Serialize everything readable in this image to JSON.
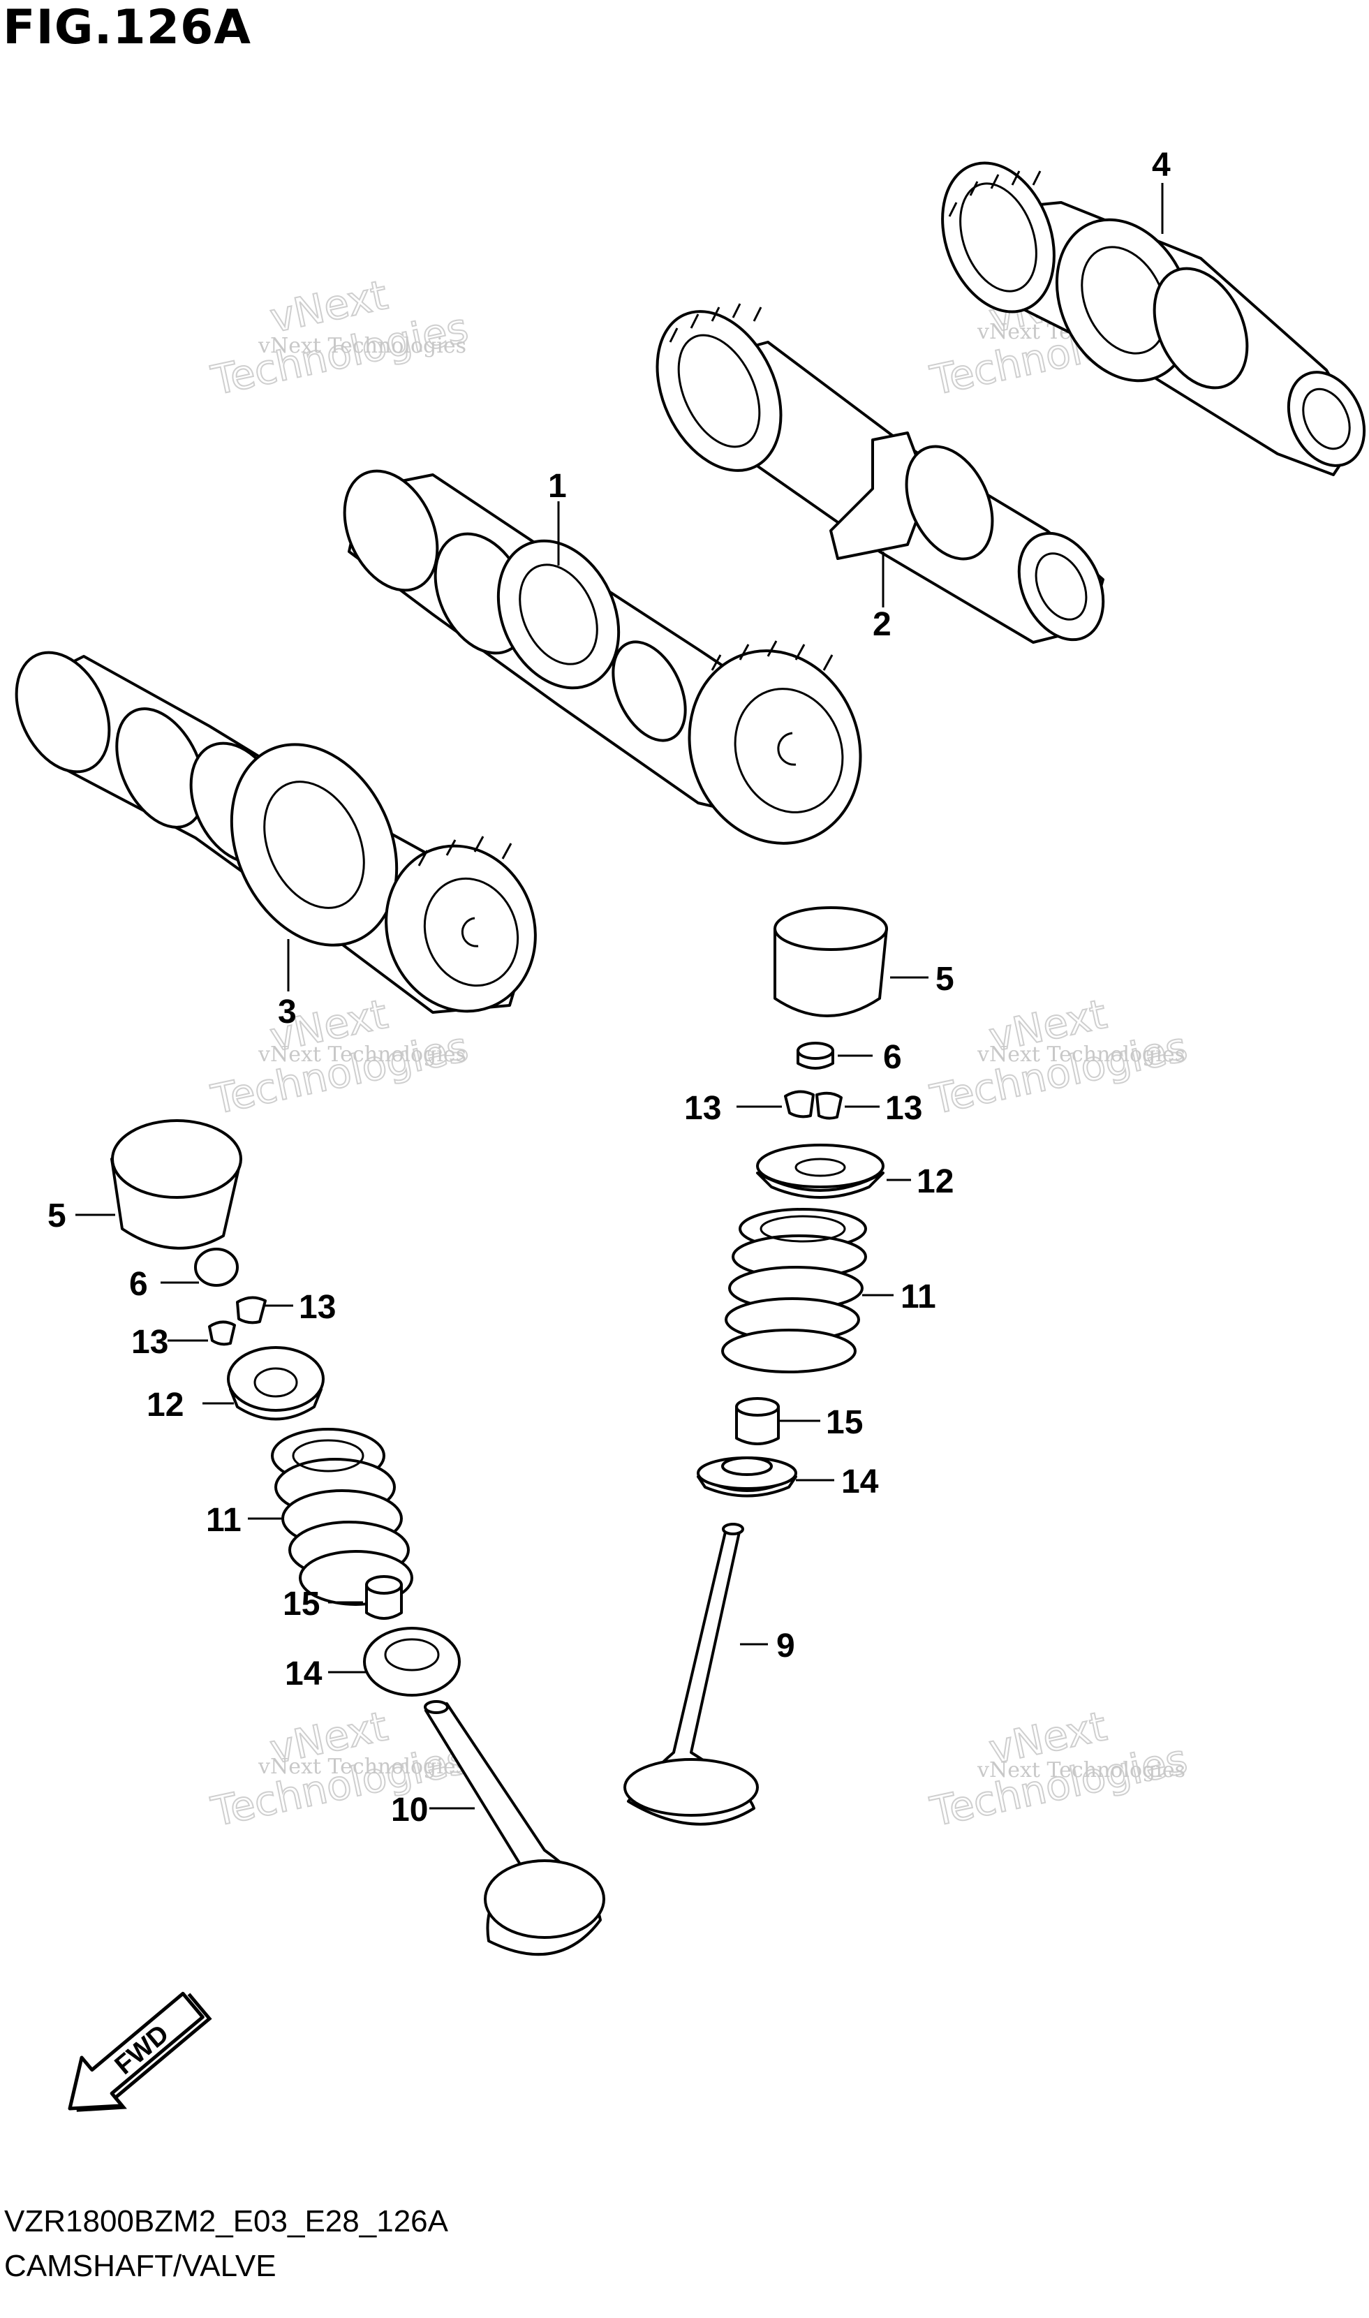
{
  "figure": {
    "title": "FIG.126A",
    "code": "VZR1800BZM2_E03_E28_126A",
    "caption": "CAMSHAFT/VALVE"
  },
  "watermark": {
    "line_small": "vNext Technologies",
    "line_big_1": "vNext",
    "line_big_2": "Technologies"
  },
  "fwd_label": "FWD",
  "callouts": {
    "c1": "1",
    "c2": "2",
    "c3": "3",
    "c4": "4",
    "c5a": "5",
    "c5b": "5",
    "c6a": "6",
    "c6b": "6",
    "c9": "9",
    "c10": "10",
    "c11a": "11",
    "c11b": "11",
    "c12a": "12",
    "c12b": "12",
    "c13a": "13",
    "c13b": "13",
    "c13c": "13",
    "c13d": "13",
    "c14a": "14",
    "c14b": "14",
    "c15a": "15",
    "c15b": "15"
  }
}
